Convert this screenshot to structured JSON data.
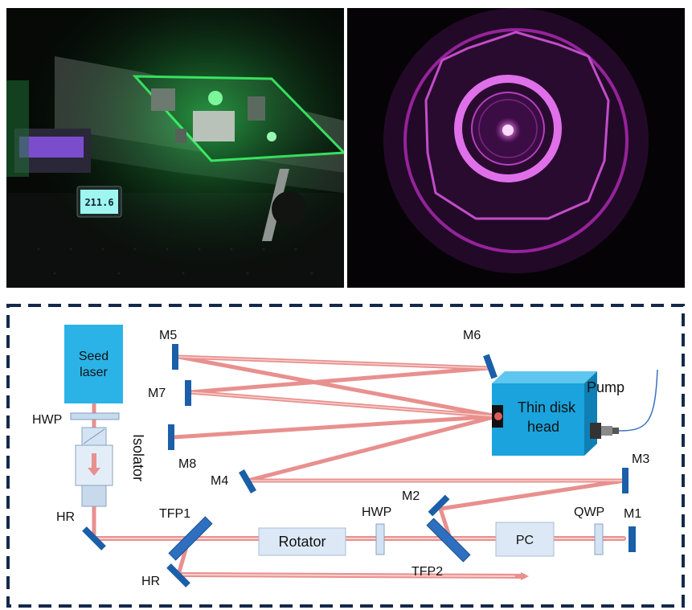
{
  "photos": {
    "left": {
      "meter_reading": "211.6"
    }
  },
  "diagram": {
    "seed_laser": {
      "line1": "Seed",
      "line2": "laser"
    },
    "hwp_left": "HWP",
    "isolator": "Isolator",
    "hr_top": "HR",
    "hr_bottom": "HR",
    "tfp1": "TFP1",
    "rotator": "Rotator",
    "hwp_mid": "HWP",
    "tfp2": "TFP2",
    "pc": "PC",
    "qwp": "QWP",
    "m1": "M1",
    "m2": "M2",
    "m3": "M3",
    "m4": "M4",
    "m5": "M5",
    "m6": "M6",
    "m7": "M7",
    "m8": "M8",
    "thin_disk_head": {
      "line1": "Thin disk",
      "line2": "head"
    },
    "pump": "Pump",
    "colors": {
      "beam": "#e8908e",
      "beam_core": "#f7d0cd",
      "mirror": "#1a5fa8",
      "component": "#dce8f5",
      "seed_box": "#2bb3e8",
      "disk_head_front": "#1aa3dc",
      "border": "#13294b",
      "fiber": "#3a70c0"
    }
  }
}
